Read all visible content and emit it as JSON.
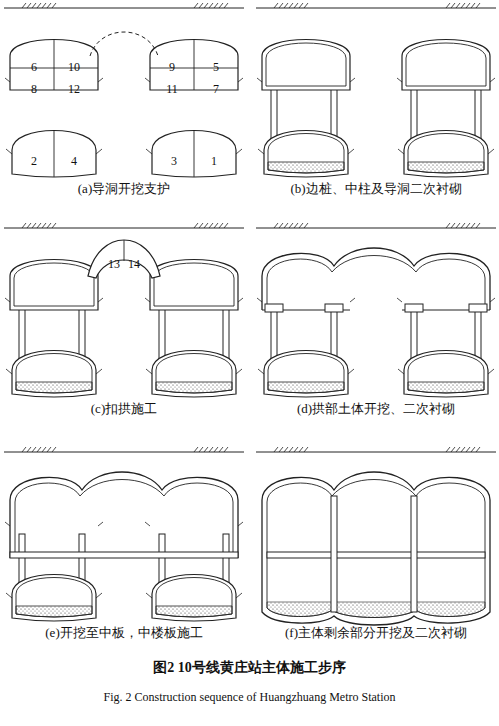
{
  "diagram": {
    "title": "图2 10号线黄庄站主体施工步序",
    "caption": "Fig. 2 Construction sequence of Huangzhuang Metro Station",
    "labels": [
      "6",
      "10",
      "9",
      "5",
      "8",
      "12",
      "11",
      "7",
      "2",
      "4",
      "3",
      "1",
      "(a)导洞开挖支护",
      "(b)边桩、中柱及导洞二次衬砌",
      "13",
      "14",
      "(c)扣拱施工",
      "(d)拱部土体开挖、二次衬砌",
      "(e)开挖至中板，中楼板施工",
      "(f)主体剩余部分开挖及二次衬砌"
    ]
  }
}
